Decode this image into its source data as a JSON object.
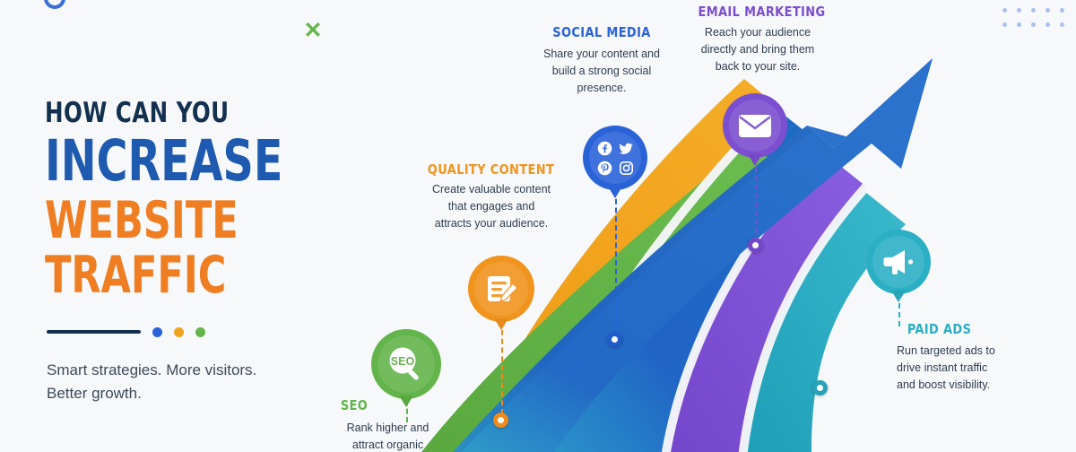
{
  "headline": {
    "line1": "HOW CAN YOU",
    "line2": "INCREASE",
    "line3": "WEBSITE TRAFFIC",
    "subtitle_line1": "Smart strategies. More visitors.",
    "subtitle_line2": "Better growth."
  },
  "colors": {
    "navy": "#13304f",
    "blue": "#1e5bb0",
    "orange": "#ef7d22",
    "green": "#63b54b",
    "purple": "#7b4fd0",
    "teal": "#2bafc4",
    "social_blue": "#2a62d8",
    "background": "#f7f8fa",
    "dot_light_blue": "#a9c1ef"
  },
  "rule_dots": [
    {
      "name": "dot-blue",
      "color": "#2a62d8"
    },
    {
      "name": "dot-orange",
      "color": "#f0a31e"
    },
    {
      "name": "dot-green",
      "color": "#63b54b"
    }
  ],
  "nodes": [
    {
      "key": "seo",
      "title": "SEO",
      "desc_lines": [
        "Rank higher and",
        "attract organic"
      ],
      "color": "#63b54b",
      "icon": "seo-magnifier-icon"
    },
    {
      "key": "quality_content",
      "title": "QUALITY CONTENT",
      "desc_lines": [
        "Create valuable content",
        "that engages and",
        "attracts your audience."
      ],
      "color": "#f0941e",
      "icon": "document-pencil-icon"
    },
    {
      "key": "social_media",
      "title": "SOCIAL MEDIA",
      "desc_lines": [
        "Share your content and",
        "build a strong social",
        "presence."
      ],
      "color": "#2a62d8",
      "icon": "social-networks-icon",
      "social_icons": [
        "facebook-icon",
        "twitter-icon",
        "pinterest-icon",
        "instagram-icon"
      ]
    },
    {
      "key": "email_marketing",
      "title": "EMAIL MARKETING",
      "desc_lines": [
        "Reach your audience",
        "directly and bring them",
        "back to your site."
      ],
      "color": "#7b4fd0",
      "icon": "envelope-icon"
    },
    {
      "key": "paid_ads",
      "title": "PAID ADS",
      "desc_lines": [
        "Run targeted ads to",
        "drive instant traffic",
        "and boost visibility."
      ],
      "color": "#2bafc4",
      "icon": "megaphone-icon"
    }
  ],
  "chart_data": {
    "type": "diagram",
    "title": "HOW CAN YOU INCREASE WEBSITE TRAFFIC",
    "shape": "upward growth arrow with five colored ribbons",
    "ribbons": [
      {
        "name": "green",
        "color": "#63b54b"
      },
      {
        "name": "orange",
        "color": "#f0a31e"
      },
      {
        "name": "blue",
        "color": "#1f5fc4"
      },
      {
        "name": "purple",
        "color": "#7b4fd0"
      },
      {
        "name": "teal",
        "color": "#2bafc4"
      }
    ],
    "arrow_color": "#1f6cc4",
    "arrow_direction": "up-right"
  }
}
